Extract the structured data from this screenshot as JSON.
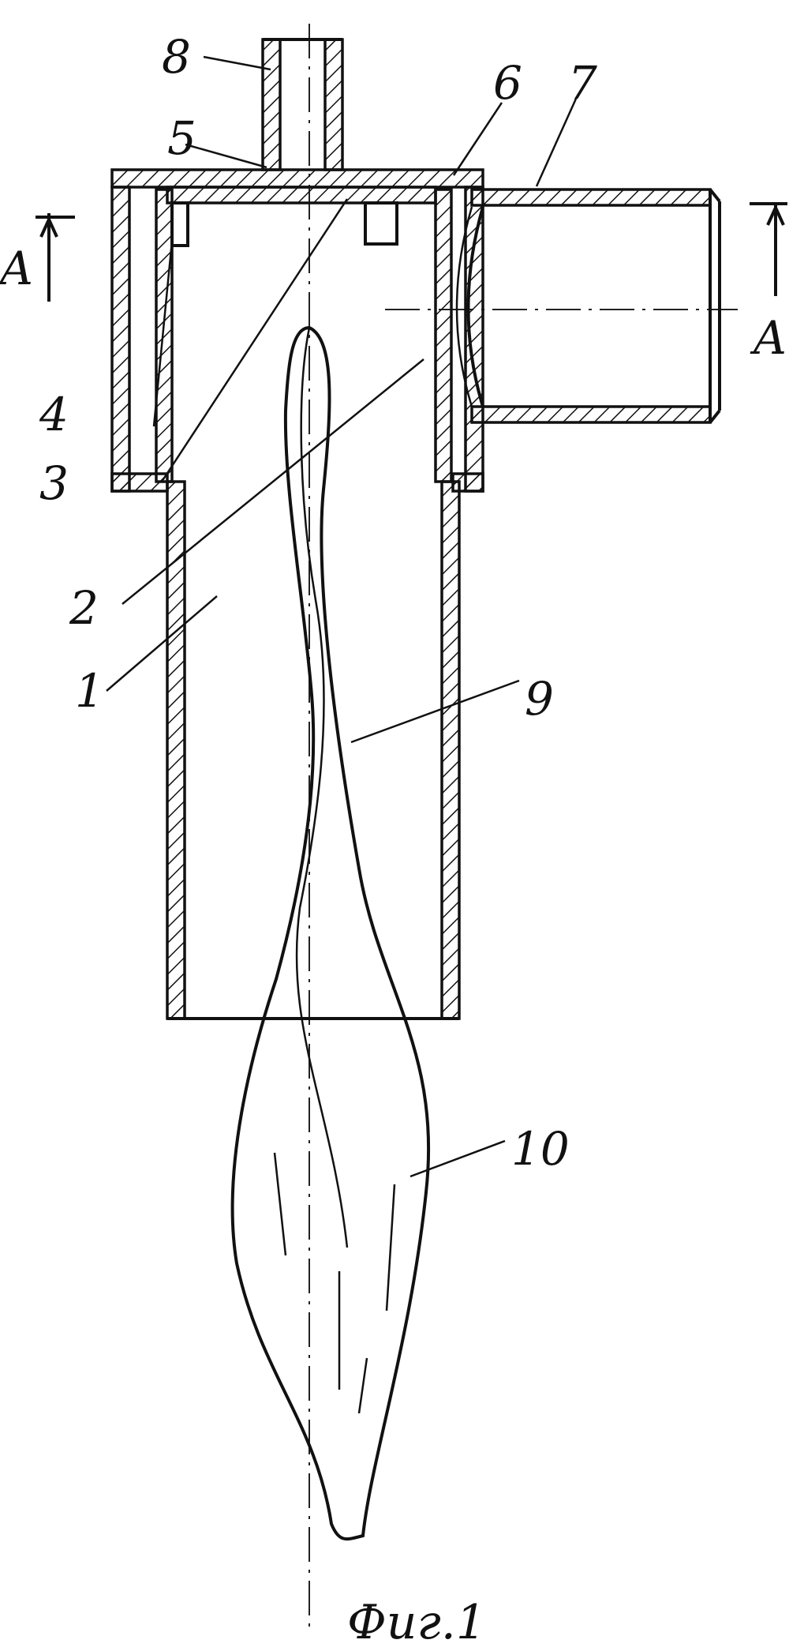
{
  "figure": {
    "caption": "Фиг.1",
    "section_label": "A",
    "part_labels": {
      "p1": "1",
      "p2": "2",
      "p3": "3",
      "p4": "4",
      "p5": "5",
      "p6": "6",
      "p7": "7",
      "p8": "8",
      "p9": "9",
      "p10": "10"
    }
  },
  "colors": {
    "ink": "#111111",
    "background": "#ffffff"
  }
}
